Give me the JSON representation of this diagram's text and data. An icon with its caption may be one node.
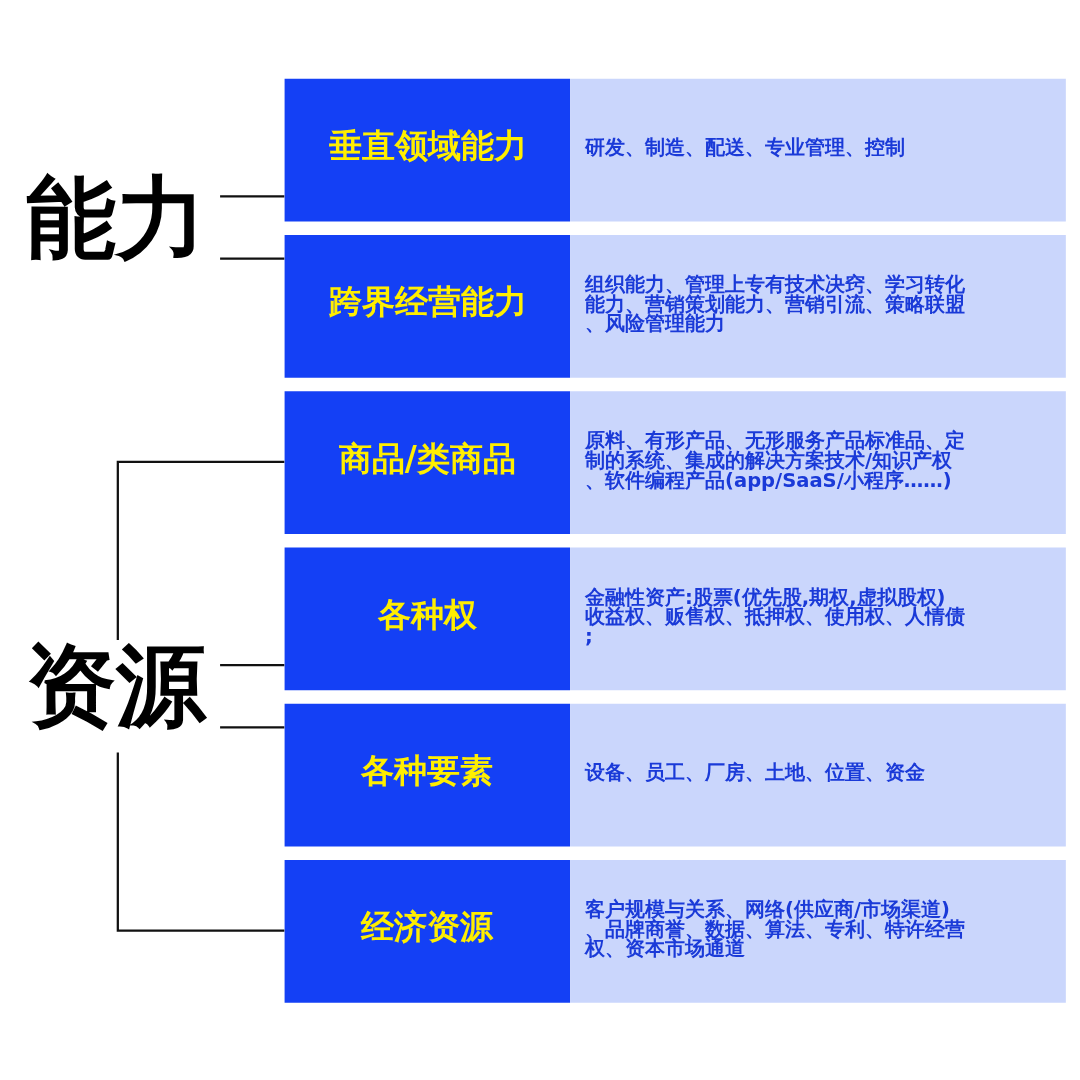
{
  "diagram": {
    "nodes": [
      {
        "text": [
          "资源"
        ]
      },
      {
        "text": [
          "能力"
        ]
      },
      {
        "text": [
          "商品/类商品",
          "原料、有形产品、无形服务产品标准品、定制的系统、集成的解决方案技术/知识产权、软件编程产品(app/SaaS/小程序……)"
        ]
      },
      {
        "text": [
          "各种权",
          "金融性资产:股票(优先股,期权,虚拟股权)收益权、贩售权、抵押权、使用权、人情债;"
        ]
      },
      {
        "text": [
          "各种要素",
          "设备、员工、厂房、土地、位置、资金"
        ]
      },
      {
        "text": [
          "经济资源",
          "客户规模与关系、网络(供应商/市场渠道)、品牌商誉、数据、算法、专利、特许经营权、资本市场通道"
        ]
      },
      {
        "text": [
          "垂直领域能力",
          "研发、制造、配送、专业管理、控制"
        ]
      },
      {
        "text": [
          "跨界经营能力",
          "组织能力、管理上专有技术决窍、学习转化能力、营销策划能力、营销引流、策略联盟、风险管理能力"
        ]
      }
    ],
    "edges": [
      {
        "from": 0,
        "to": 2,
        "arrow": "none"
      },
      {
        "from": 0,
        "to": 3,
        "arrow": "none"
      },
      {
        "from": 0,
        "to": 4,
        "arrow": "none"
      },
      {
        "from": 0,
        "to": 5,
        "arrow": "none"
      },
      {
        "from": 1,
        "to": 6,
        "arrow": "none"
      },
      {
        "from": 1,
        "to": 7,
        "arrow": "none"
      }
    ]
  }
}
